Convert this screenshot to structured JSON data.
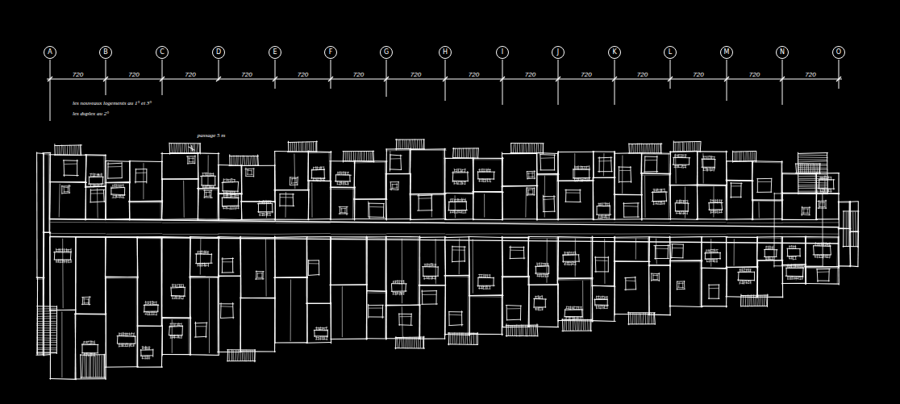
{
  "diagram": {
    "nodes": [
      {
        "text": [
          "A"
        ]
      },
      {
        "text": [
          "B"
        ]
      },
      {
        "text": [
          "C"
        ]
      },
      {
        "text": [
          "D"
        ]
      },
      {
        "text": [
          "E"
        ]
      },
      {
        "text": [
          "F"
        ]
      },
      {
        "text": [
          "G"
        ]
      },
      {
        "text": [
          "H"
        ]
      },
      {
        "text": [
          "I"
        ]
      },
      {
        "text": [
          "J"
        ]
      },
      {
        "text": [
          "K"
        ]
      },
      {
        "text": [
          "L"
        ]
      },
      {
        "text": [
          "M"
        ]
      },
      {
        "text": [
          "N"
        ]
      },
      {
        "text": [
          "O"
        ]
      }
    ],
    "labels": [
      "720",
      "720",
      "720",
      "720",
      "720",
      "720",
      "720",
      "720",
      "720",
      "720",
      "720",
      "720",
      "720",
      "720",
      "les nouveaux logements au 1° et 3°",
      "les duplex au 2°",
      "passage 5 m"
    ]
  }
}
